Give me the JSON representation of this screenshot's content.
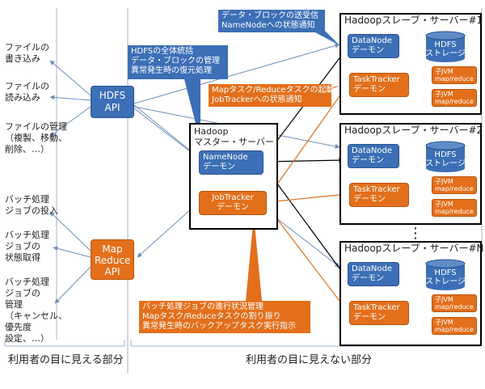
{
  "left_texts": {
    "file_write": "ファイルの\n書き込み",
    "file_read": "ファイルの\n読み込み",
    "file_manage": "ファイルの管理\n（複製、移動、\n削除、…）",
    "batch_submit": "バッチ処理\nジョブの投入",
    "batch_status": "バッチ処理\nジョブの\n状態取得",
    "batch_manage": "バッチ処理\nジョブの\n管理\n（キャンセル、\n優先度\n設定、…）"
  },
  "api": {
    "hdfs": "HDFS\nAPI",
    "mapreduce": "Map\nReduce\nAPI"
  },
  "callouts": {
    "hdfs_overview": "HDFSの全体統括\nデータ・ブロックの管理\n異常発生時の復元処理",
    "datablock_transfer": "データ・ブロックの送受信\nNameNodeへの状態通知",
    "mapreduce_start": "Mapタスク/Reduceタスクの起動\nJobTrackerへの状態通知",
    "job_progress": "バッチ処理ジョブの進行状況管理\nMapタスク/Reduceタスクの割り振り\n異常発生時のバックアップタスク実行指示"
  },
  "master": {
    "title": "Hadoop\nマスター・サーバー",
    "namenode": "NameNode\nデーモン",
    "jobtracker": "JobTracker\nデーモン"
  },
  "slaves": [
    {
      "title": "Hadoopスレーブ・サーバー#1"
    },
    {
      "title": "Hadoopスレーブ・サーバー#2"
    },
    {
      "title": "Hadoopスレーブ・サーバー#N"
    }
  ],
  "slave_parts": {
    "datanode": "DataNode\nデーモン",
    "hdfs_storage": "HDFS\nストレージ",
    "tasktracker": "TaskTracker\nデーモン",
    "child_jvm": "子JVM\nmap/reduce"
  },
  "ellipsis": "⋮",
  "footer": {
    "visible": "利用者の目に見える部分",
    "invisible": "利用者の目に見えない部分"
  },
  "colors": {
    "blue": "#3c6fb6",
    "orange": "#e36f1b",
    "guide_line": "#9fb3cc"
  }
}
